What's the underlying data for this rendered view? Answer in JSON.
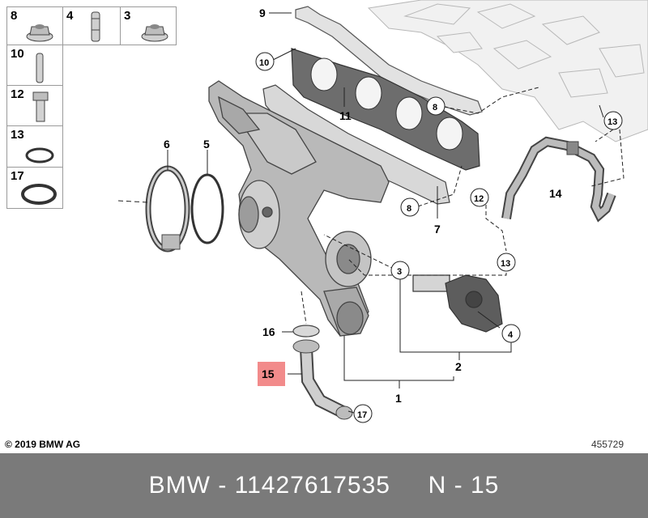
{
  "legend": [
    {
      "num": "8",
      "icon": "flange-nut-icon"
    },
    {
      "num": "4",
      "icon": "stud-bolt-icon"
    },
    {
      "num": "3",
      "icon": "flange-nut-icon"
    },
    {
      "num": "10",
      "icon": "dowel-pin-icon"
    },
    {
      "num": "12",
      "icon": "hex-bolt-icon"
    },
    {
      "num": "13",
      "icon": "o-ring-small-icon"
    },
    {
      "num": "17",
      "icon": "o-ring-large-icon"
    }
  ],
  "callouts": {
    "c9": "9",
    "c10": "10",
    "c11": "11",
    "c8a": "8",
    "c13a": "13",
    "c6": "6",
    "c5": "5",
    "c14": "14",
    "c12": "12",
    "c8b": "8",
    "c7": "7",
    "c13b": "13",
    "c3": "3",
    "c4": "4",
    "c16": "16",
    "c15": "15",
    "c2": "2",
    "c1": "1",
    "c17": "17"
  },
  "highlight_color": "#f28b8b",
  "copyright": "© 2019 BMW AG",
  "image_id": "455729",
  "footer": "BMW - 11427617535     N - 15"
}
